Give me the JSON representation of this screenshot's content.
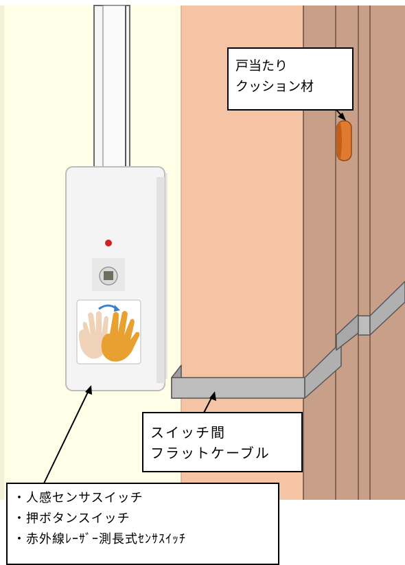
{
  "callouts": {
    "door_cushion": {
      "lines": [
        "戸当たり",
        "クッション材"
      ]
    },
    "flat_cable": {
      "lines": [
        "スイッチ間",
        "フラットケーブル"
      ]
    },
    "switch_types": {
      "lines": [
        "・人感センサスイッチ",
        "・押ボタンスイッチ",
        "・赤外線ﾚｰｻﾞｰ測長式ｾﾝｻｽｲｯﾁ"
      ]
    }
  },
  "colors": {
    "wall": "#FFFEE6",
    "door_panel": "#F5C4A4",
    "door_frame": "#C8A08A",
    "cushion": "#E07A30",
    "cable": "#BDBDBD",
    "switch_body": "#F4F4F4",
    "indicator": "#D42020"
  }
}
